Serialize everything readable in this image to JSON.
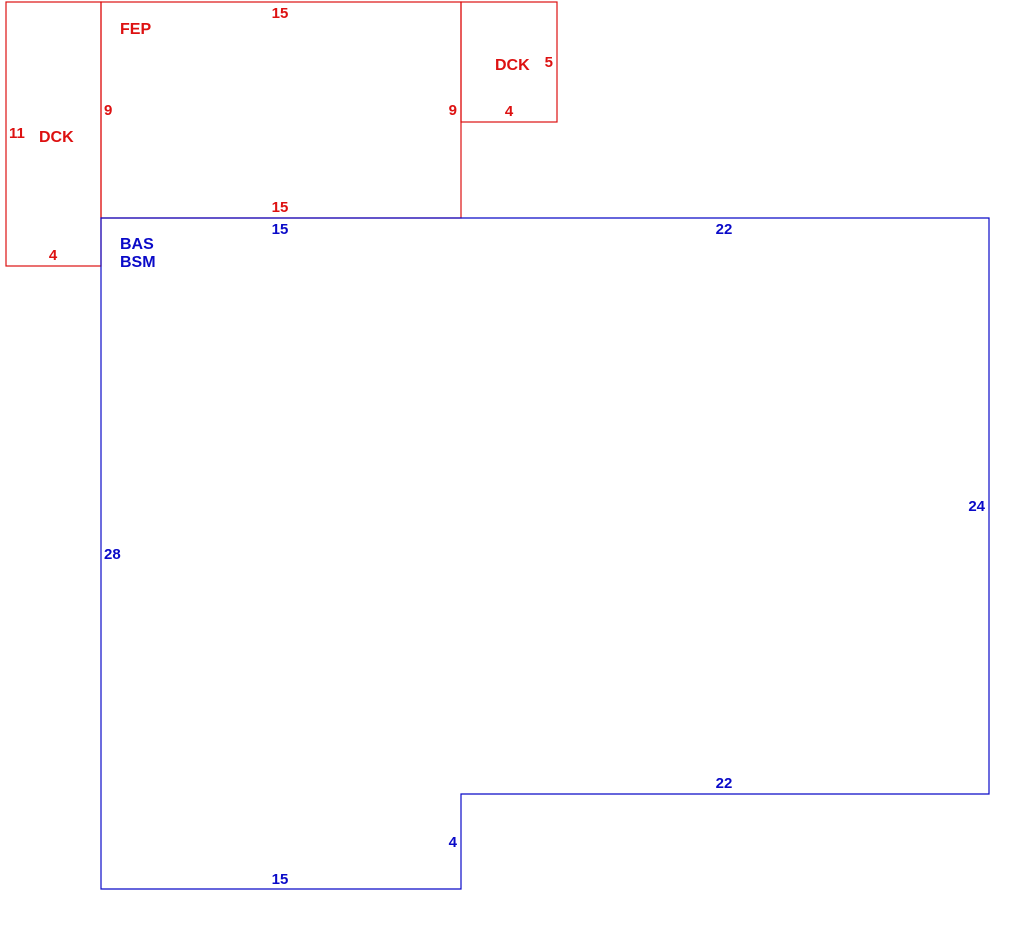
{
  "colors": {
    "addition": "#dd1111",
    "main": "#0a0ac8",
    "background": "#ffffff"
  },
  "areas": {
    "deck_left": {
      "code": "DCK",
      "dimensions": {
        "side": "11",
        "bottom": "4"
      }
    },
    "fep": {
      "code": "FEP",
      "dimensions": {
        "top": "15",
        "left": "9",
        "right": "9",
        "bottom": "15"
      }
    },
    "deck_right": {
      "code": "DCK",
      "dimensions": {
        "side": "5",
        "bottom": "4"
      }
    },
    "main": {
      "codes": [
        "BAS",
        "BSM"
      ],
      "dimensions": {
        "top_left": "15",
        "top_right": "22",
        "right": "24",
        "left": "28",
        "step_horizontal": "22",
        "step_vertical": "4",
        "bottom": "15"
      }
    }
  }
}
